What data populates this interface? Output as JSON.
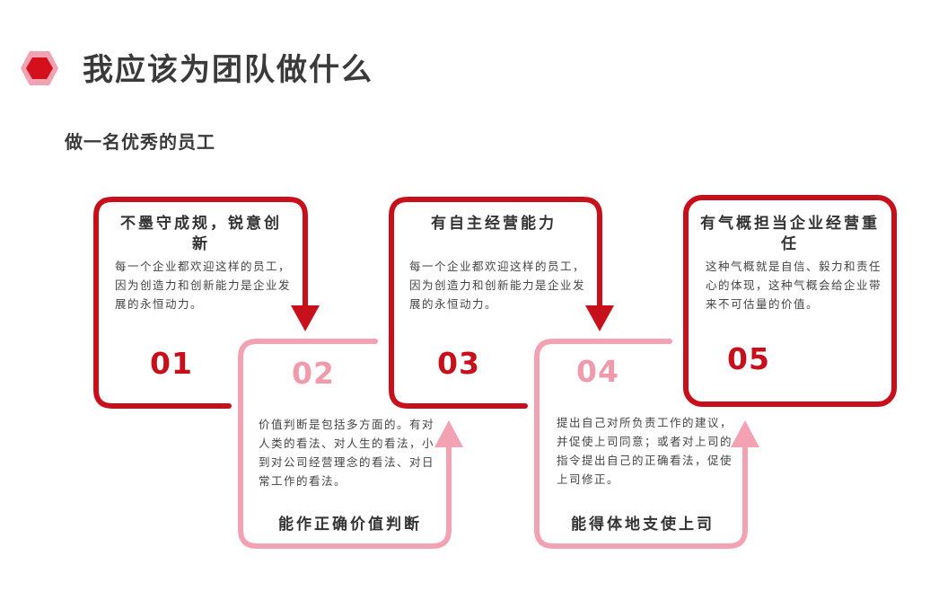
{
  "header": {
    "title": "我应该为团队做什么",
    "subtitle": "做一名优秀的员工"
  },
  "colors": {
    "dark_red": "#c8101c",
    "light_pink": "#f2a2b2",
    "hex_outer": "#f2a2b2",
    "hex_inner": "#d4101c"
  },
  "steps": [
    {
      "number": "01",
      "title": "不墨守成规，锐意创新",
      "text": "每一个企业都欢迎这样的员工，因为创造力和创新能力是企业发展的永恒动力。"
    },
    {
      "number": "02",
      "title": "能作正确价值判断",
      "text": "价值判断是包括多方面的。有对人类的看法、对人生的看法，小到对公司经营理念的看法、对日常工作的看法。"
    },
    {
      "number": "03",
      "title": "有自主经营能力",
      "text": "每一个企业都欢迎这样的员工，因为创造力和创新能力是企业发展的永恒动力。"
    },
    {
      "number": "04",
      "title": "能得体地支使上司",
      "text": "提出自己对所负责工作的建议，并促使上司同意；或者对上司的指令提出自己的正确看法，促使上司修正。"
    },
    {
      "number": "05",
      "title": "有气概担当企业经营重任",
      "text": "这种气概就是自信、毅力和责任心的体现，这种气概会给企业带来不可估量的价值。"
    }
  ]
}
